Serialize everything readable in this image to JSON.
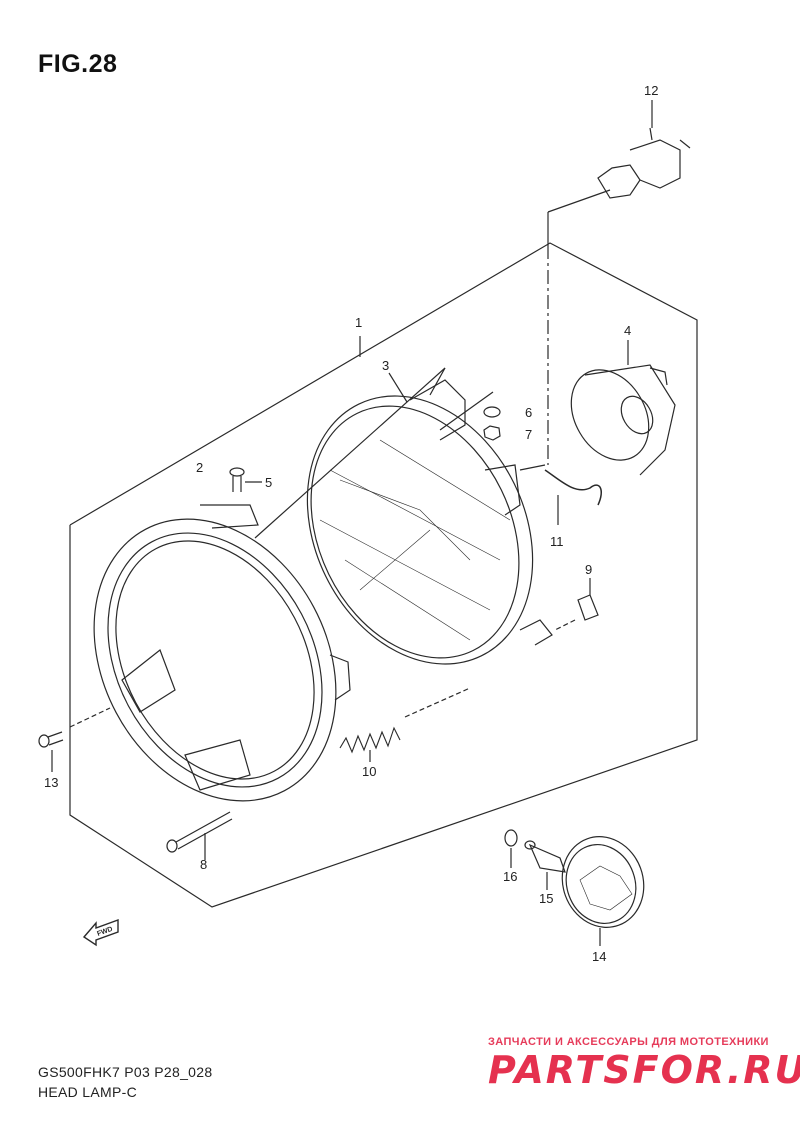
{
  "figure_title": "FIG.28",
  "callouts": {
    "c1": "1",
    "c2": "2",
    "c3": "3",
    "c4": "4",
    "c5": "5",
    "c6": "6",
    "c7": "7",
    "c8": "8",
    "c9": "9",
    "c10": "10",
    "c11": "11",
    "c12": "12",
    "c13": "13",
    "c14": "14",
    "c15": "15",
    "c16": "16"
  },
  "fwd_label": "FWD",
  "footer": {
    "line1": "GS500FHK7 P03 P28_028",
    "line2": "HEAD LAMP-C"
  },
  "watermark": {
    "tagline": "ЗАПЧАСТИ И АКСЕССУАРЫ ДЛЯ МОТОТЕХНИКИ",
    "brand": "PARTSFOR.RU"
  },
  "colors": {
    "line": "#2a2a2a",
    "watermark": "#e5314f"
  }
}
